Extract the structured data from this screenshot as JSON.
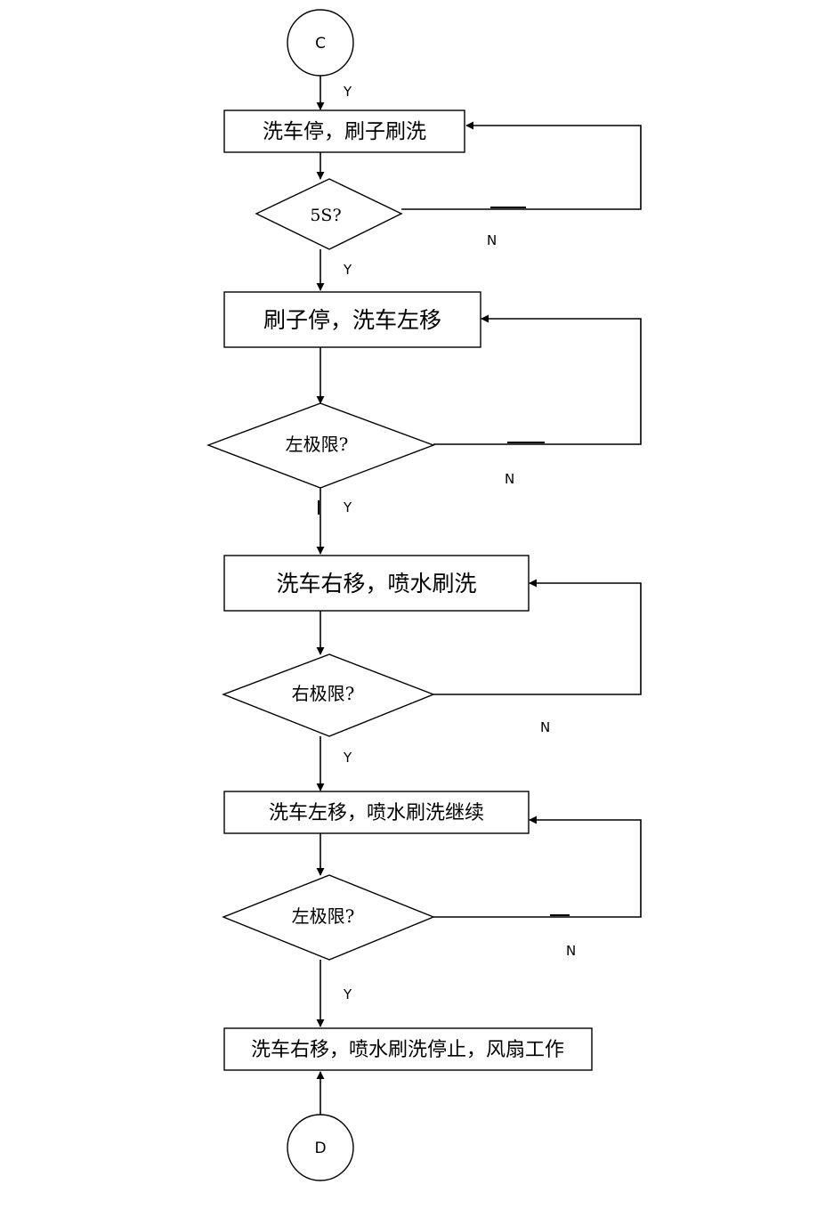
{
  "connectors": {
    "start": "C",
    "end": "D"
  },
  "steps": {
    "step1": "洗车停，刷子刷洗",
    "step2": "刷子停，洗车左移",
    "step3": "洗车右移，喷水刷洗",
    "step4": "洗车左移，喷水刷洗继续",
    "step5": "洗车右移，喷水刷洗停止，风扇工作"
  },
  "decisions": {
    "d1": "5S?",
    "d2": "左极限?",
    "d3": "右极限?",
    "d4": "左极限?"
  },
  "branch_labels": {
    "yes": "Y",
    "no": "N"
  }
}
